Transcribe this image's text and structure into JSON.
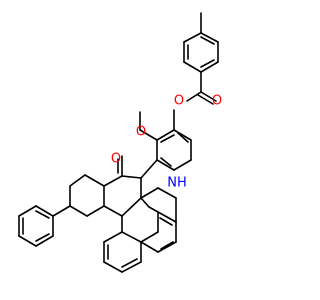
{
  "molecule": {
    "atom_labels": {
      "ester_o": "O",
      "carbonyl_o_top": "O",
      "methoxy_o": "O",
      "ketone_o": "O",
      "amine": "NH"
    },
    "colors": {
      "bond": "#000000",
      "oxygen": "#ff0000",
      "nitrogen": "#0000ff",
      "background": "#ffffff"
    }
  }
}
